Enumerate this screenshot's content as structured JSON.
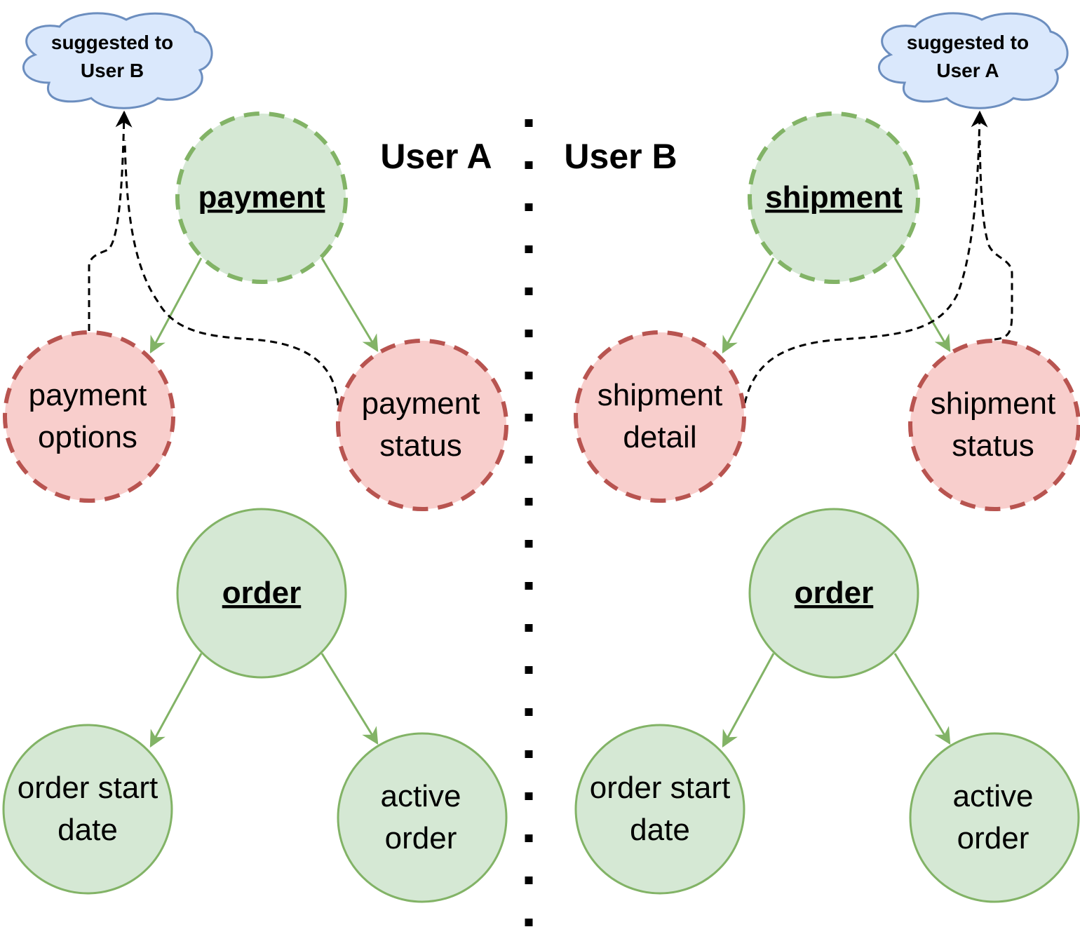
{
  "users": {
    "a": {
      "label": "User A"
    },
    "b": {
      "label": "User B"
    }
  },
  "clouds": {
    "left": {
      "line1": "suggested to",
      "line2": "User B"
    },
    "right": {
      "line1": "suggested to",
      "line2": "User A"
    }
  },
  "nodes": {
    "a_payment": {
      "label": "payment"
    },
    "a_payment_options": {
      "line1": "payment",
      "line2": "options"
    },
    "a_payment_status": {
      "line1": "payment",
      "line2": "status"
    },
    "a_order": {
      "label": "order"
    },
    "a_order_start_date": {
      "line1": "order start",
      "line2": "date"
    },
    "a_active_order": {
      "line1": "active",
      "line2": "order"
    },
    "b_shipment": {
      "label": "shipment"
    },
    "b_shipment_detail": {
      "line1": "shipment",
      "line2": "detail"
    },
    "b_shipment_status": {
      "line1": "shipment",
      "line2": "status"
    },
    "b_order": {
      "label": "order"
    },
    "b_order_start_date": {
      "line1": "order start",
      "line2": "date"
    },
    "b_active_order": {
      "line1": "active",
      "line2": "order"
    }
  },
  "colors": {
    "green_fill": "#d5e8d4",
    "green_stroke": "#82b366",
    "red_fill": "#f8cecc",
    "red_stroke": "#b85450",
    "cloud_fill": "#dae8fc",
    "cloud_stroke": "#6c8ebf"
  }
}
